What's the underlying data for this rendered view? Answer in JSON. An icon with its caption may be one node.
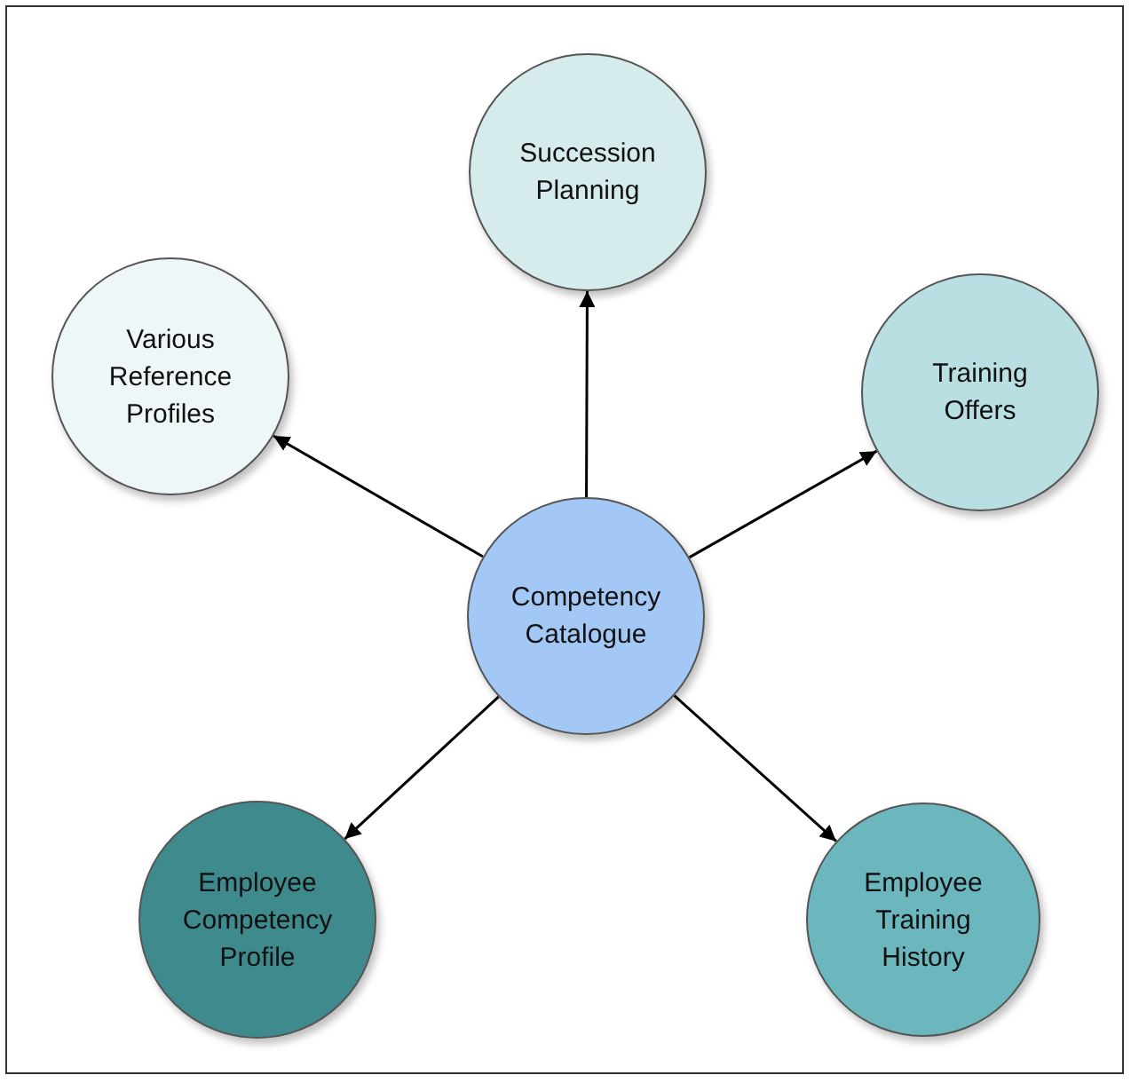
{
  "diagram": {
    "nodes": [
      {
        "text": [
          "Succession Planning"
        ]
      },
      {
        "text": [
          "Various Reference Profiles"
        ]
      },
      {
        "text": [
          "Training Offers"
        ]
      },
      {
        "text": [
          "Competency Catalogue"
        ]
      },
      {
        "text": [
          "Employee Competency Profile"
        ]
      },
      {
        "text": [
          "Employee Training History"
        ]
      }
    ],
    "edges": [
      {
        "from": 3,
        "to": 0,
        "arrow": "to"
      },
      {
        "from": 3,
        "to": 1,
        "arrow": "to"
      },
      {
        "from": 3,
        "to": 2,
        "arrow": "to"
      },
      {
        "from": 3,
        "to": 4,
        "arrow": "to"
      },
      {
        "from": 3,
        "to": 5,
        "arrow": "to"
      }
    ]
  }
}
